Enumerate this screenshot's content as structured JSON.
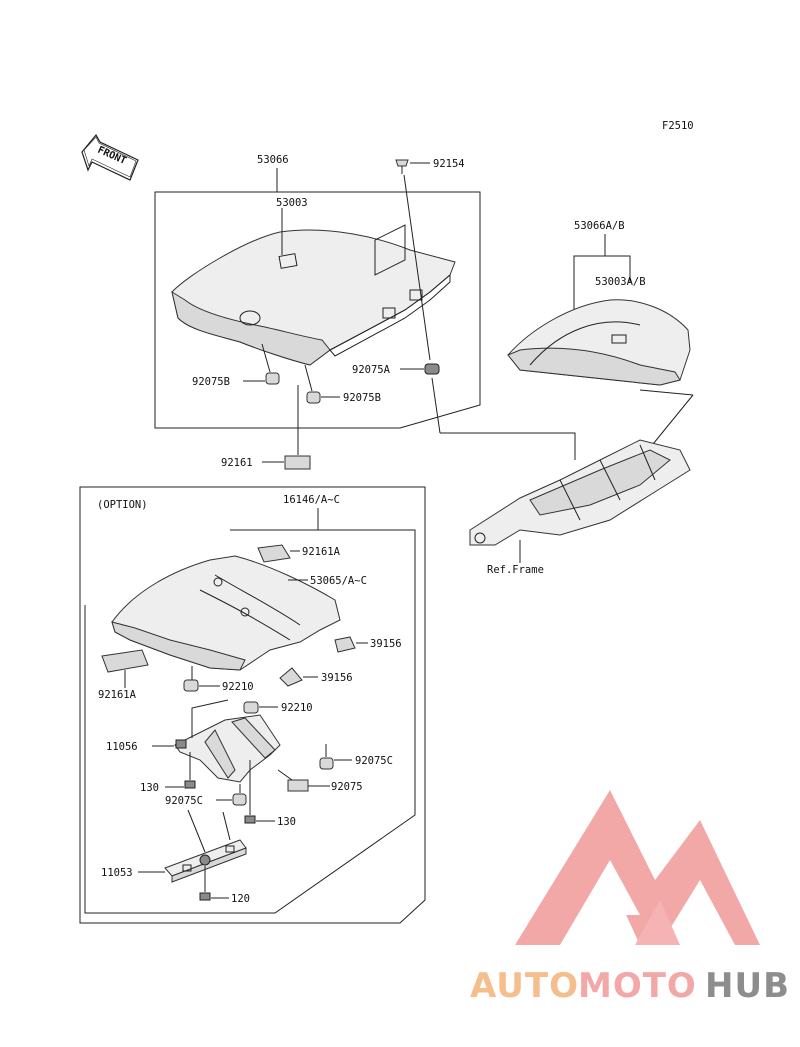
{
  "diagram": {
    "code": "F2510",
    "front": "FRONT",
    "option": "(OPTION)",
    "ref_frame": "Ref.Frame"
  },
  "parts": {
    "p53066": "53066",
    "p92154": "92154",
    "p53003": "53003",
    "p53066ab": "53066A/B",
    "p53003ab": "53003A/B",
    "p92075a": "92075A",
    "p92075b1": "92075B",
    "p92075b2": "92075B",
    "p92161": "92161",
    "p16146": "16146/A~C",
    "p92161a1": "92161A",
    "p53065": "53065/A~C",
    "p39156a": "39156",
    "p39156b": "39156",
    "p92161a2": "92161A",
    "p92210a": "92210",
    "p92210b": "92210",
    "p11056": "11056",
    "p92075c1": "92075C",
    "p130a": "130",
    "p92075": "92075",
    "p92075c2": "92075C",
    "p130b": "130",
    "p11053": "11053",
    "p120": "120"
  },
  "watermark": {
    "part1": "AUTO",
    "part2": "MOTO",
    "part3": "HUB",
    "color1": "#f5b27a",
    "color2": "#f29a9a",
    "color3": "#7a7a7a"
  }
}
